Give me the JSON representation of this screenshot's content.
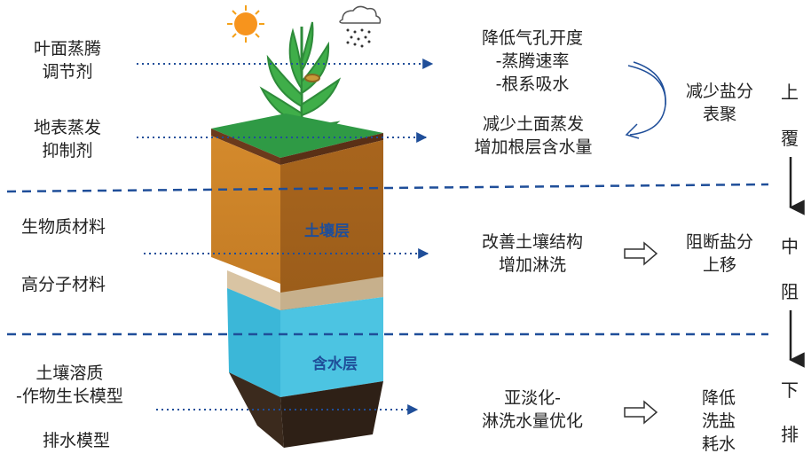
{
  "left": {
    "top_label": "叶面蒸腾\n调节剂",
    "mid_label": "地表蒸发\n抑制剂",
    "bio_label": "生物质材料",
    "poly_label": "高分子材料",
    "model_label": "土壤溶质\n-作物生长模型",
    "drain_label": "排水模型"
  },
  "center": {
    "soil_label": "土壤层",
    "water_label": "含水层"
  },
  "right": {
    "effect_top": "降低气孔开度\n-蒸腾速率\n-根系吸水",
    "effect_mid": "减少土面蒸发\n增加根层含水量",
    "result_top": "减少盐分\n表聚",
    "effect_soil": "改善土壤结构\n增加淋洗",
    "result_soil": "阻断盐分\n上移",
    "effect_low": "亚淡化-\n淋洗水量优化",
    "result_low": "降低\n洗盐\n耗水"
  },
  "stages": {
    "top": [
      "上",
      "覆"
    ],
    "mid": [
      "中",
      "阻"
    ],
    "low": [
      "下",
      "排"
    ]
  },
  "colors": {
    "arrow": "#1f4e99",
    "divider": "#1f4e99",
    "soil": "#c9842a",
    "water": "#3bb7d8",
    "grass": "#2f9a45"
  }
}
